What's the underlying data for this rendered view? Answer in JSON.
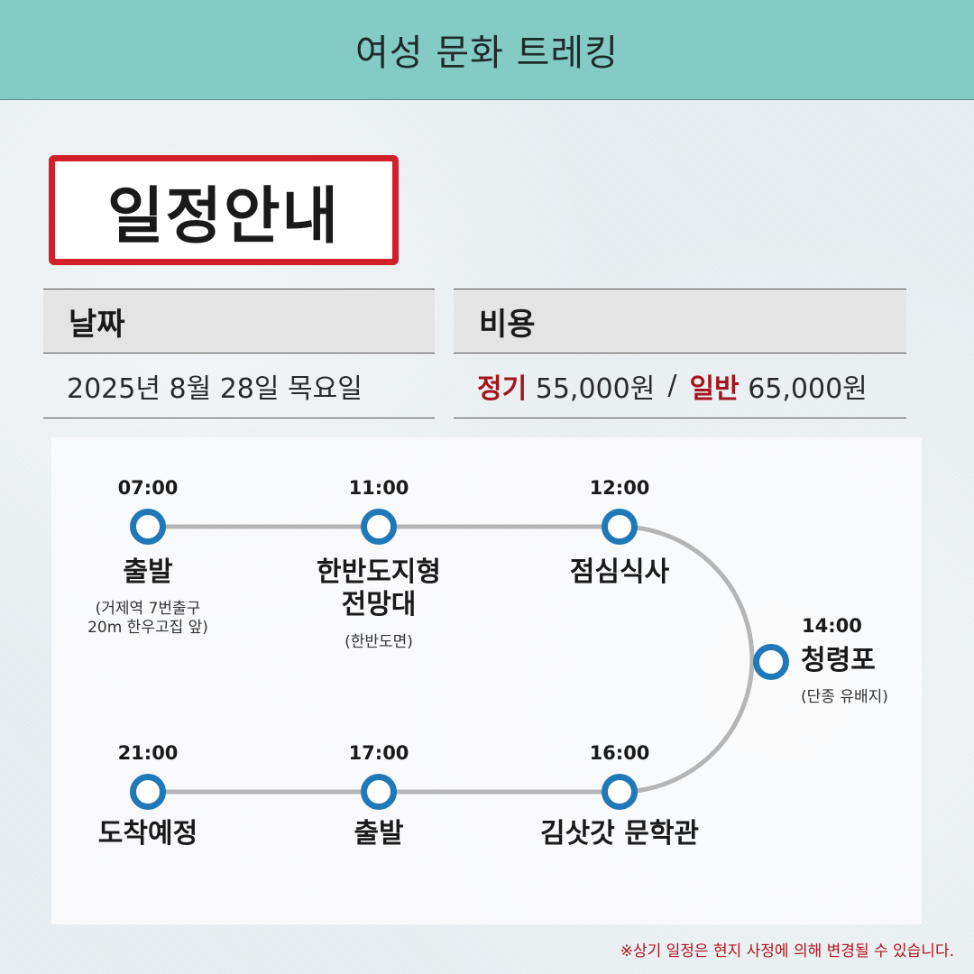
{
  "header": {
    "title": "여성 문화 트레킹"
  },
  "badge": {
    "label": "일정안내"
  },
  "date_box": {
    "heading": "날짜",
    "value": "2025년 8월 28일 목요일"
  },
  "cost_box": {
    "heading": "비용",
    "regular_label": "정기",
    "regular_price": "55,000원",
    "separator": "/",
    "general_label": "일반",
    "general_price": "65,000원"
  },
  "route": {
    "stops": [
      {
        "time": "07:00",
        "name": "출발",
        "sub": "(거제역 7번출구\n20m 한우고집 앞)"
      },
      {
        "time": "11:00",
        "name": "한반도지형\n전망대",
        "sub": "(한반도면)"
      },
      {
        "time": "12:00",
        "name": "점심식사",
        "sub": ""
      },
      {
        "time": "14:00",
        "name": "청령포",
        "sub": "(단종 유배지)"
      },
      {
        "time": "16:00",
        "name": "김삿갓 문학관",
        "sub": ""
      },
      {
        "time": "17:00",
        "name": "출발",
        "sub": ""
      },
      {
        "time": "21:00",
        "name": "도착예정",
        "sub": ""
      }
    ]
  },
  "colors": {
    "header_bg": "#84cbc5",
    "accent_red": "#d1202a",
    "stop_blue": "#1f78b8",
    "track_gray": "#b5b5b5"
  },
  "footer": {
    "note": "※상기 일정은 현지 사정에 의해 변경될 수 있습니다."
  }
}
